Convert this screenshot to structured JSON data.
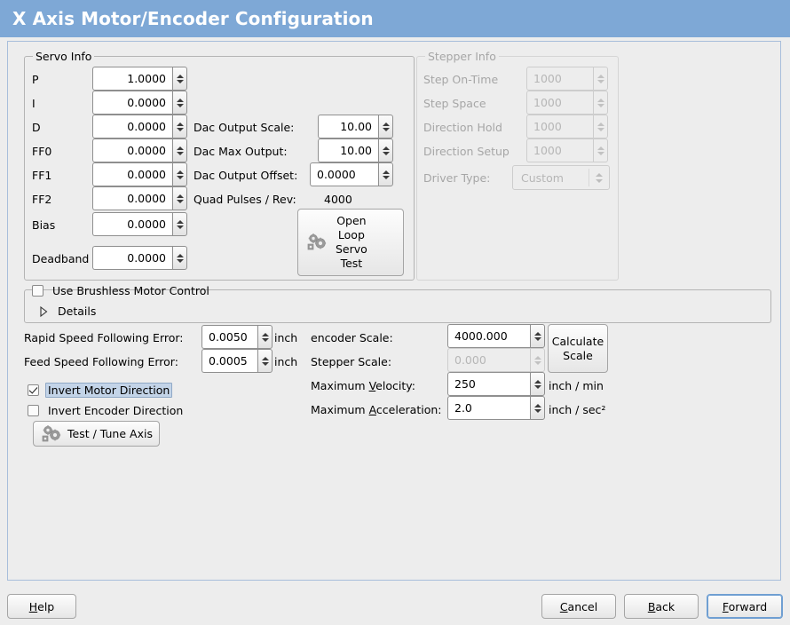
{
  "window": {
    "title": "X Axis Motor/Encoder Configuration",
    "title_bg": "#7ea8d6",
    "title_fg": "#ffffff",
    "background": "#ededed"
  },
  "servo_info": {
    "frame_label": "Servo Info",
    "rows": [
      {
        "label": "P",
        "value": "1.0000"
      },
      {
        "label": "I",
        "value": "0.0000"
      },
      {
        "label": "D",
        "value": "0.0000"
      },
      {
        "label": "FF0",
        "value": "0.0000"
      },
      {
        "label": "FF1",
        "value": "0.0000"
      },
      {
        "label": "FF2",
        "value": "0.0000"
      },
      {
        "label": "Bias",
        "value": "0.0000"
      },
      {
        "label": "Deadband",
        "value": "0.0000"
      }
    ],
    "dac": [
      {
        "label": "Dac Output Scale:",
        "value": "10.00"
      },
      {
        "label": "Dac Max Output:",
        "value": "10.00"
      },
      {
        "label": "Dac Output Offset:",
        "value": "0.0000"
      }
    ],
    "quad_pulses_label": "Quad Pulses / Rev:",
    "quad_pulses_value": "4000",
    "open_loop_button": "Open\nLoop\nServo\nTest",
    "open_loop_icon": "gears-icon"
  },
  "stepper_info": {
    "frame_label": "Stepper Info",
    "disabled": true,
    "rows": [
      {
        "label": "Step On-Time",
        "value": "1000"
      },
      {
        "label": "Step Space",
        "value": "1000"
      },
      {
        "label": "Direction Hold",
        "value": "1000"
      },
      {
        "label": "Direction Setup",
        "value": "1000"
      }
    ],
    "driver_type_label": "Driver Type:",
    "driver_type_value": "Custom"
  },
  "brushless": {
    "checkbox_label": "Use Brushless Motor Control",
    "checked": false,
    "details_label": "Details",
    "details_expanded": false
  },
  "following_error": {
    "rapid_label": "Rapid Speed Following Error:",
    "rapid_value": "0.0050",
    "rapid_unit": "inch",
    "feed_label": "Feed Speed Following Error:",
    "feed_value": "0.0005",
    "feed_unit": "inch"
  },
  "invert": {
    "motor_label": "Invert Motor Direction",
    "motor_checked": true,
    "motor_focused": true,
    "encoder_label": "Invert Encoder Direction",
    "encoder_checked": false
  },
  "test_tune": {
    "label": "Test / Tune Axis",
    "icon": "gears-icon"
  },
  "scales": {
    "encoder_label": "encoder Scale:",
    "encoder_value": "4000.000",
    "stepper_label": "Stepper Scale:",
    "stepper_value": "0.000",
    "stepper_disabled": true,
    "calculate_button": "Calculate\nScale",
    "max_velocity_label_pre": "Maximum ",
    "max_velocity_label_mn": "V",
    "max_velocity_label_post": "elocity:",
    "max_velocity_value": "250",
    "max_velocity_unit": "inch / min",
    "max_accel_label_pre": "Maximum ",
    "max_accel_label_mn": "A",
    "max_accel_label_post": "cceleration:",
    "max_accel_value": "2.0",
    "max_accel_unit": "inch / sec²"
  },
  "footer": {
    "help_mn": "H",
    "help_rest": "elp",
    "cancel_mn": "C",
    "cancel_rest": "ancel",
    "back_mn": "B",
    "back_rest": "ack",
    "forward_mn": "F",
    "forward_rest": "orward",
    "forward_focused": true
  }
}
